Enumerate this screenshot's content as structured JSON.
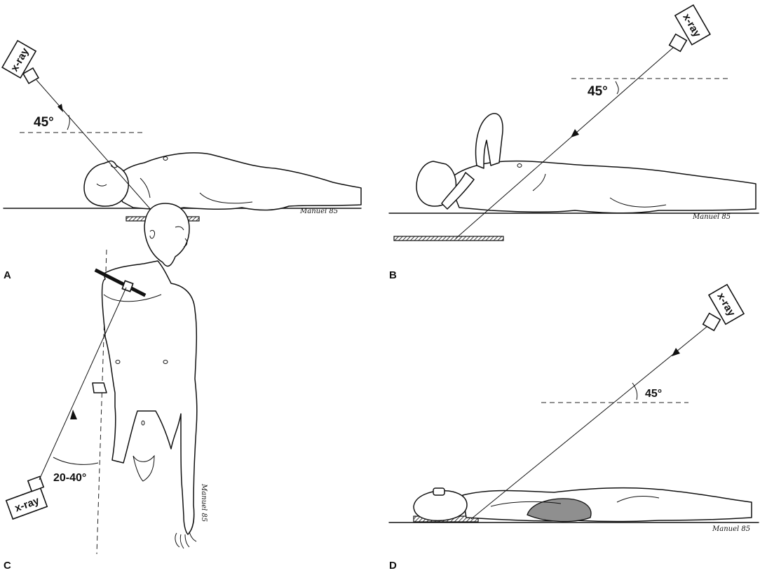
{
  "panels": {
    "a": {
      "letter": "A",
      "tube_label": "x-ray",
      "angle_label": "45°",
      "artist_signature": "Manuel 85"
    },
    "b": {
      "letter": "B",
      "tube_label": "x-ray",
      "angle_label": "45°",
      "artist_signature": "Manuel 85"
    },
    "c": {
      "letter": "C",
      "tube_label": "x-ray",
      "angle_label": "20-40°",
      "artist_signature": "Manuel 85"
    },
    "d": {
      "letter": "D",
      "tube_label": "x-ray",
      "angle_label": "45°",
      "artist_signature": "Manuel 85"
    }
  }
}
